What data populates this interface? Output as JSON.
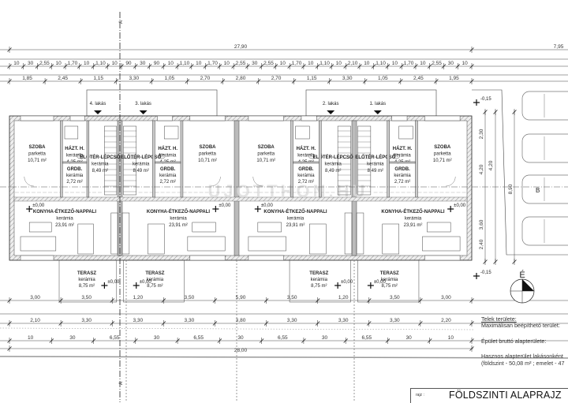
{
  "drawing": {
    "title_label": "rajz :",
    "title": "FÖLDSZINTI ALAPRAJZ",
    "section_mark": "A",
    "north_mark": "É",
    "watermark": "UJOTTHON.HU",
    "parking_label": "B"
  },
  "dimensions": {
    "overall_top": "27,90",
    "overall_parking": "7,95",
    "row_fine": [
      "10",
      "30",
      "2,55",
      "10",
      "1,70",
      "10",
      "1,10",
      "10",
      "90",
      "30",
      "90",
      "10",
      "1,10",
      "10",
      "1,70",
      "10",
      "2,55",
      "30",
      "2,55",
      "10",
      "1,70",
      "10",
      "1,10",
      "10",
      "2,10",
      "10",
      "1,10",
      "10",
      "1,70",
      "10",
      "2,55",
      "30",
      "10"
    ],
    "row_top": [
      "1,85",
      "2,45",
      "1,15",
      "3,30",
      "1,05",
      "2,70",
      "2,80",
      "2,70",
      "1,15",
      "3,30",
      "1,05",
      "2,45",
      "1,95"
    ],
    "row_bottom_1": [
      "3,00",
      "3,50",
      "1,20",
      "3,50",
      "5,90",
      "3,50",
      "1,20",
      "3,50",
      "3,00"
    ],
    "row_bottom_2": [
      "2,10",
      "3,30",
      "3,30",
      "3,30",
      "3,80",
      "3,30",
      "3,30",
      "3,30",
      "2,20"
    ],
    "row_bottom_3": [
      "10",
      "30",
      "6,55",
      "30",
      "6,55",
      "30",
      "6,55",
      "30",
      "6,55",
      "30",
      "10"
    ],
    "overall_bottom": "28,00",
    "right_side": [
      "2,30",
      "4,20",
      "4,20",
      "3,60",
      "2,40",
      "8,90"
    ]
  },
  "elevations": {
    "floor": "±0,00",
    "ground": "-0,15"
  },
  "units": [
    {
      "label": "4. lakás",
      "mirrored": false
    },
    {
      "label": "3. lakás",
      "mirrored": true
    },
    {
      "label": "2. lakás",
      "mirrored": false
    },
    {
      "label": "1. lakás",
      "mirrored": true
    }
  ],
  "rooms": {
    "szoba": {
      "name": "SZOBA",
      "floor": "parketta",
      "area": "10,71 m²"
    },
    "hazt": {
      "name": "HÁZT. H.",
      "floor": "kerámia",
      "area": "4,25 m²"
    },
    "grdb": {
      "name": "GRDB.",
      "floor": "kerámia",
      "area": "2,72 m²"
    },
    "eloter": {
      "name": "ELŐTÉR-LÉPCSŐ",
      "floor": "kerámia",
      "area": "8,49 m²"
    },
    "konyha": {
      "name": "KONYHA-ÉTKEZŐ-NAPPALI",
      "floor": "kerámia",
      "area": "23,91 m²"
    },
    "terasz": {
      "name": "TERASZ",
      "floor": "kerámia",
      "area": "8,75 m²"
    }
  },
  "notes": {
    "plot_area": "Telek területe:",
    "max_buildable": "Maximálisan beépíthető terület:",
    "gross_area": "Épület bruttó alapterülete:",
    "usable_area": "Hasznos alapterület lakásonként",
    "usable_detail": "(földszint - 50,08 m² ; emelet - 47"
  }
}
